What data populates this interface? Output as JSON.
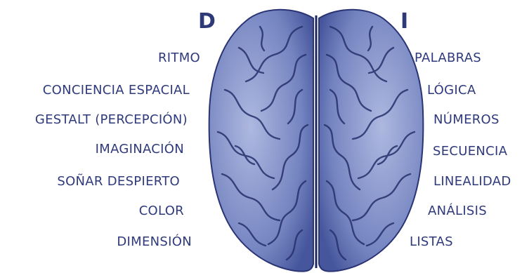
{
  "hemispheres": {
    "left_letter": "D",
    "right_letter": "I"
  },
  "left_labels": [
    "RITMO",
    "CONCIENCIA ESPACIAL",
    "GESTALT (PERCEPCIÓN)",
    "IMAGINACIÓN",
    "SOÑAR DESPIERTO",
    "COLOR",
    "DIMENSIÓN"
  ],
  "right_labels": [
    "PALABRAS",
    "LÓGICA",
    "NÚMEROS",
    "SECUENCIA",
    "LINEALIDAD",
    "ANÁLISIS",
    "LISTAS"
  ],
  "colors": {
    "text": "#2f3a7c",
    "brain_fill": "#7f8fc8",
    "brain_stroke": "#2a3474",
    "background": "#ffffff"
  },
  "icons": {
    "brain": "brain-illustration"
  }
}
